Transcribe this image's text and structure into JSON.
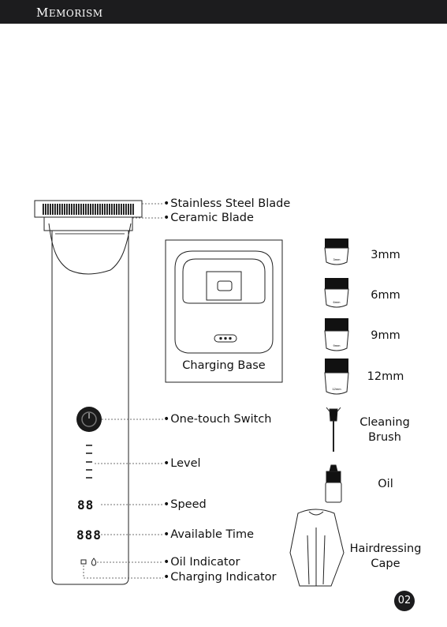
{
  "header": {
    "brand_first": "M",
    "brand_rest": "EMORISM"
  },
  "labels": {
    "stainless_steel_blade": "Stainless Steel Blade",
    "ceramic_blade": "Ceramic Blade",
    "one_touch_switch": "One-touch Switch",
    "level": "Level",
    "speed": "Speed",
    "available_time": "Available Time",
    "oil_indicator": "Oil Indicator",
    "charging_indicator": "Charging Indicator"
  },
  "display": {
    "speed_digits": "88",
    "time_digits": "888"
  },
  "charging_base": {
    "caption": "Charging Base"
  },
  "accessories": {
    "combs": [
      {
        "label": "3mm",
        "tag": "3mm"
      },
      {
        "label": "6mm",
        "tag": "6mm"
      },
      {
        "label": "9mm",
        "tag": "9mm"
      },
      {
        "label": "12mm",
        "tag": "12mm"
      }
    ],
    "cleaning_brush": {
      "line1": "Cleaning",
      "line2": "Brush"
    },
    "oil": {
      "label": "Oil"
    },
    "cape": {
      "line1": "Hairdressing",
      "line2": "Cape"
    }
  },
  "page": {
    "number": "02"
  }
}
